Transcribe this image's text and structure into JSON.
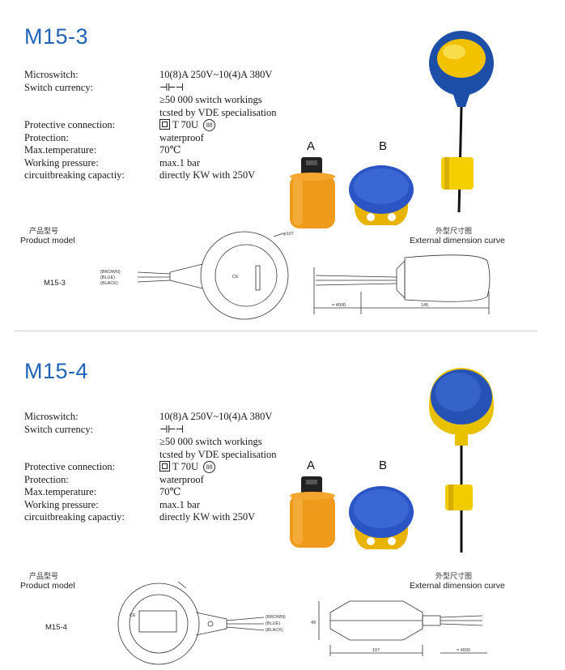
{
  "sections": [
    {
      "model": "M15-3",
      "specs": [
        {
          "label": "Microswitch:",
          "value": "10(8)A 250V~10(4)A 380V"
        },
        {
          "label": "Switch currency:",
          "value": "⊣⊢⊣",
          "extra": [
            "≥50 000 switch workings",
            "tcsted by VDE specialisation"
          ]
        },
        {
          "label": "Protective connection:",
          "value": "T 70U",
          "circled": "88"
        },
        {
          "label": "Protection:",
          "value": "waterproof"
        },
        {
          "label": "Max.temperature:",
          "value": "70℃"
        },
        {
          "label": "Working pressure:",
          "value": "max.1 bar"
        },
        {
          "label": "circuitbreaking capactiy:",
          "value": "directly KW with 250V"
        }
      ],
      "variant_a": "A",
      "variant_b": "B",
      "product_model_cn": "产品型号",
      "product_model_en": "Product model",
      "external_cn": "外型尺寸图",
      "external_en": "External dimension curve",
      "drawing_label": "M15-3",
      "wires": [
        "(BROWN)",
        "(BLUE)",
        "(BLACK)"
      ],
      "dim_diameter": "φ107",
      "dim_cable": "= 4000",
      "dim_length": "145",
      "colors": {
        "body": "#1e4fa8",
        "cap": "#f2c200",
        "weight": "#f5d000"
      }
    },
    {
      "model": "M15-4",
      "specs": [
        {
          "label": "Microswitch:",
          "value": "10(8)A 250V~10(4)A 380V"
        },
        {
          "label": "Switch currency:",
          "value": "⊣⊢⊣",
          "extra": [
            "≥50 000 switch workings",
            "tcsted by VDE specialisation"
          ]
        },
        {
          "label": "Protective connection:",
          "value": "T 70U",
          "circled": "88"
        },
        {
          "label": "Protection:",
          "value": "waterproof"
        },
        {
          "label": "Max.temperature:",
          "value": "70℃"
        },
        {
          "label": "Working pressure:",
          "value": "max.1 bar"
        },
        {
          "label": "circuitbreaking capactiy:",
          "value": "directly KW with 250V"
        }
      ],
      "variant_a": "A",
      "variant_b": "B",
      "product_model_cn": "产品型号",
      "product_model_en": "Product model",
      "external_cn": "外型尺寸图",
      "external_en": "External dimension curve",
      "drawing_label": "M15-4",
      "wires": [
        "(BROWN)",
        "(BLUE)",
        "(BLACK)"
      ],
      "dim_height": "49",
      "dim_length": "107",
      "dim_cable": "= 4000",
      "colors": {
        "body": "#2752b5",
        "cap": "#e8c100",
        "weight": "#f0cc00"
      }
    }
  ]
}
